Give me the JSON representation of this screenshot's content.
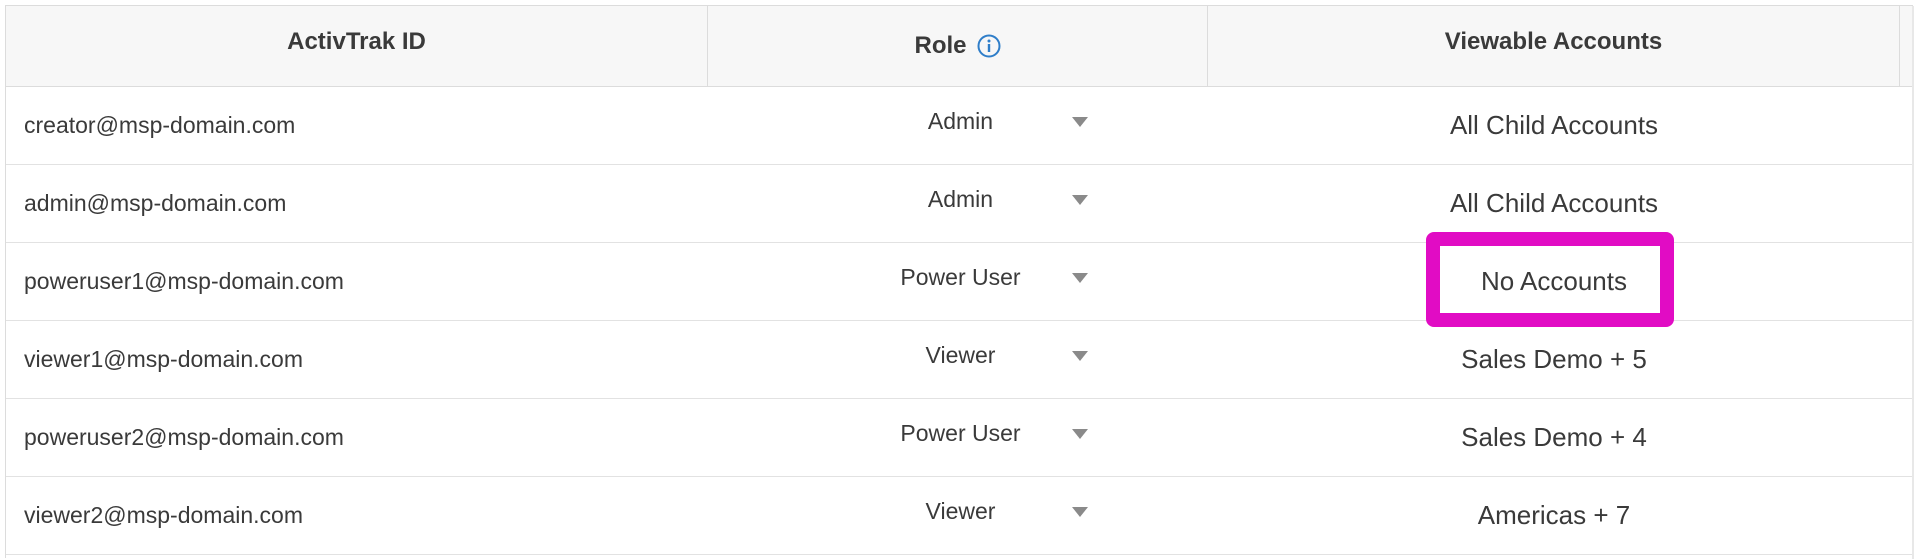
{
  "columns": {
    "id": "ActivTrak ID",
    "role": "Role",
    "accounts": "Viewable Accounts"
  },
  "icons": {
    "role_info": "info-circle-icon",
    "dropdown": "caret-down-icon"
  },
  "colors": {
    "info_icon": "#2f7ec9",
    "highlight": "#e10cc4",
    "header_bg": "#f7f7f7"
  },
  "rows": [
    {
      "id": "creator@msp-domain.com",
      "role": "Admin",
      "accounts": "All Child Accounts"
    },
    {
      "id": "admin@msp-domain.com",
      "role": "Admin",
      "accounts": "All Child Accounts"
    },
    {
      "id": "poweruser1@msp-domain.com",
      "role": "Power User",
      "accounts": "No Accounts",
      "highlighted": true
    },
    {
      "id": "viewer1@msp-domain.com",
      "role": "Viewer",
      "accounts": "Sales Demo + 5"
    },
    {
      "id": "poweruser2@msp-domain.com",
      "role": "Power User",
      "accounts": "Sales Demo + 4"
    },
    {
      "id": "viewer2@msp-domain.com",
      "role": "Viewer",
      "accounts": "Americas + 7"
    }
  ]
}
